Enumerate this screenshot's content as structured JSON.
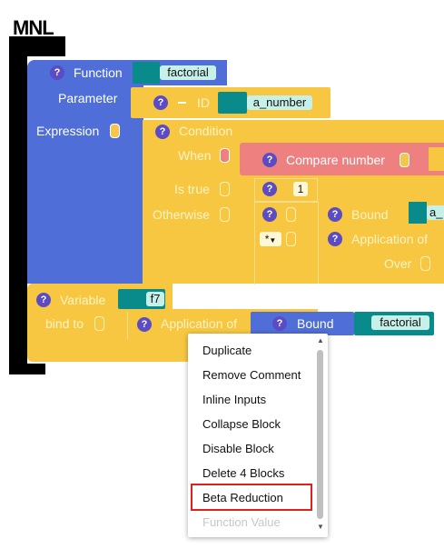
{
  "logo": {
    "text": "MNL"
  },
  "colors": {
    "function_block": "#4f6ed8",
    "variable_block": "#f8c742",
    "condition_block": "#f8c742",
    "compare_block": "#ee8080",
    "bound_block": "#4f6ed8",
    "application_block": "#f8c742",
    "identifier_field": "#c6f0e8",
    "identifier_stub": "#0a8b8b",
    "help_icon": "#5b4bc4",
    "highlight_border": "#e0201c"
  },
  "function_block": {
    "title": "Function",
    "name": "factorial",
    "parameter_label": "Parameter",
    "expression_label": "Expression",
    "id_block": {
      "label": "ID",
      "value": "a_number"
    }
  },
  "condition_block": {
    "title": "Condition",
    "when_label": "When",
    "is_true_label": "Is true",
    "otherwise_label": "Otherwise",
    "compare": {
      "label": "Compare number"
    },
    "is_true_value": "1",
    "operator": "*",
    "bound": {
      "label": "Bound",
      "value": "a_"
    },
    "application": {
      "label": "Application of",
      "over_label": "Over"
    }
  },
  "variable_block": {
    "title": "Variable",
    "name": "f7",
    "bind_label": "bind to",
    "application": {
      "label": "Application of"
    },
    "bound": {
      "label": "Bound",
      "value": "factorial"
    }
  },
  "context_menu": {
    "items": [
      {
        "label": "Duplicate",
        "disabled": false
      },
      {
        "label": "Remove Comment",
        "disabled": false
      },
      {
        "label": "Inline Inputs",
        "disabled": false
      },
      {
        "label": "Collapse Block",
        "disabled": false
      },
      {
        "label": "Disable Block",
        "disabled": false
      },
      {
        "label": "Delete 4 Blocks",
        "disabled": false
      },
      {
        "label": "Beta Reduction",
        "disabled": false,
        "highlighted": true
      },
      {
        "label": "Function Value",
        "disabled": true
      }
    ]
  }
}
